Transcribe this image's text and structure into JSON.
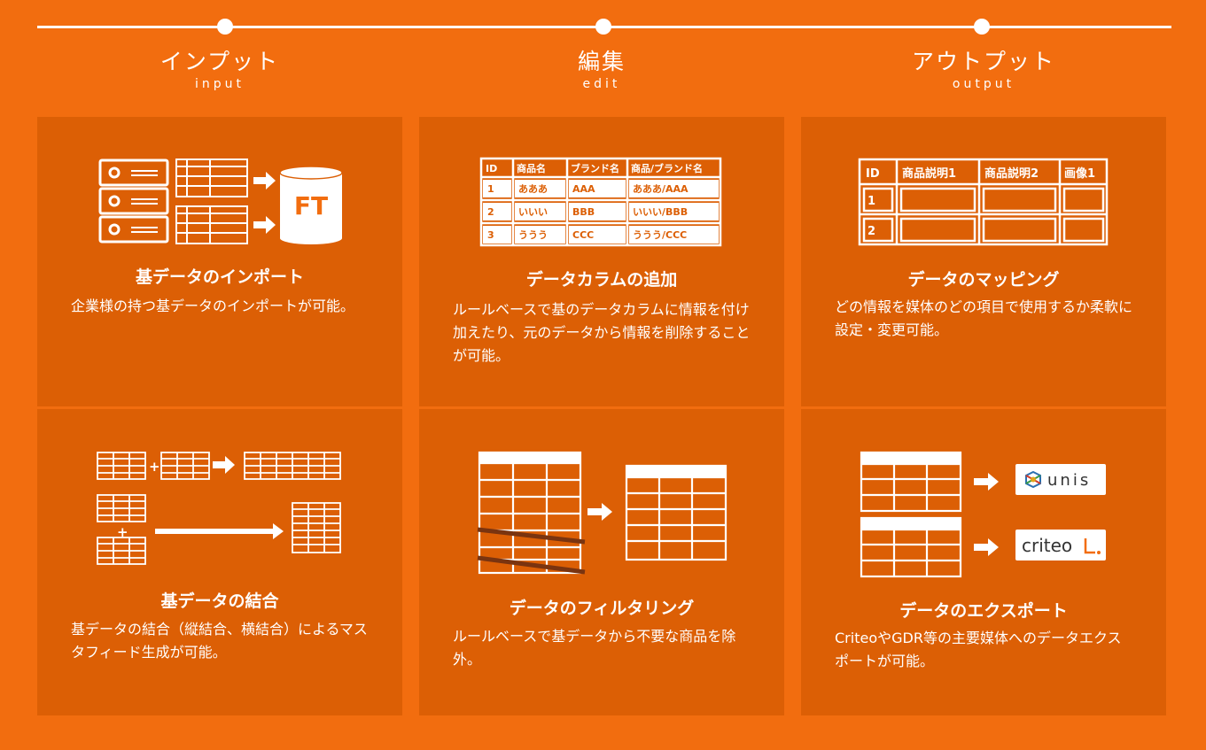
{
  "columns": [
    {
      "ja": "インプット",
      "en": "input"
    },
    {
      "ja": "編集",
      "en": "edit"
    },
    {
      "ja": "アウトプット",
      "en": "output"
    }
  ],
  "cards": {
    "import": {
      "title": "基データのインポート",
      "desc": "企業様の持つ基データのインポートが可能。"
    },
    "add_column": {
      "title": "データカラムの追加",
      "desc": "ルールベースで基のデータカラムに情報を付け加えたり、元のデータから情報を削除することが可能。"
    },
    "mapping": {
      "title": "データのマッピング",
      "desc": "どの情報を媒体のどの項目で使用するか柔軟に設定・変更可能。"
    },
    "merge": {
      "title": "基データの結合",
      "desc": "基データの結合（縦結合、横結合）によるマスタフィード生成が可能。"
    },
    "filter": {
      "title": "データのフィルタリング",
      "desc": "ルールベースで基データから不要な商品を除外。"
    },
    "export": {
      "title": "データのエクスポート",
      "desc": "CriteoやGDR等の主要媒体へのデータエクスポートが可能。"
    }
  },
  "edit_table": {
    "headers": [
      "ID",
      "商品名",
      "ブランド名",
      "商品/ブランド名"
    ],
    "rows": [
      [
        "1",
        "あああ",
        "AAA",
        "あああ/AAA"
      ],
      [
        "2",
        "いいい",
        "BBB",
        "いいい/BBB"
      ],
      [
        "3",
        "ううう",
        "CCC",
        "ううう/CCC"
      ]
    ]
  },
  "mapping_table": {
    "headers": [
      "ID",
      "商品説明1",
      "商品説明2",
      "画像1"
    ],
    "rows": [
      "1",
      "2"
    ]
  },
  "db_logo": "FT",
  "plus_sign": "+",
  "logos": {
    "unis": "unis",
    "criteo": "criteo"
  },
  "colors": {
    "background": "#f26d0f",
    "card": "#dc5f05",
    "criteo_accent": "#f26d0f",
    "filter_strike": "#7a3410"
  }
}
